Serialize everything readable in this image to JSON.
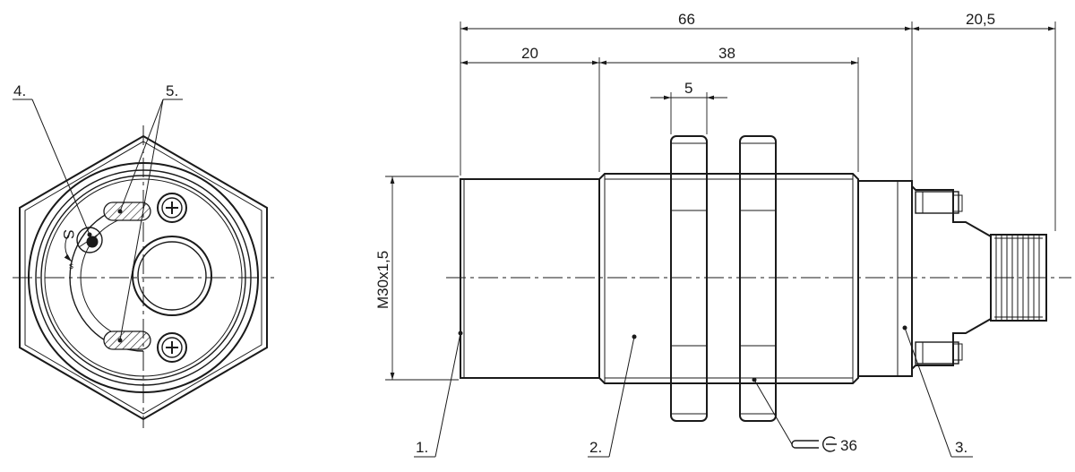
{
  "dimensions": {
    "overall": "66",
    "connector": "20,5",
    "front": "20",
    "thread": "38",
    "nut": "5",
    "diameter": "M30x1,5",
    "wrench": "36"
  },
  "callouts": {
    "c1": "1.",
    "c2": "2.",
    "c3": "3.",
    "c4": "4.",
    "c5": "5."
  },
  "front_view": {
    "pot_label": "S"
  }
}
